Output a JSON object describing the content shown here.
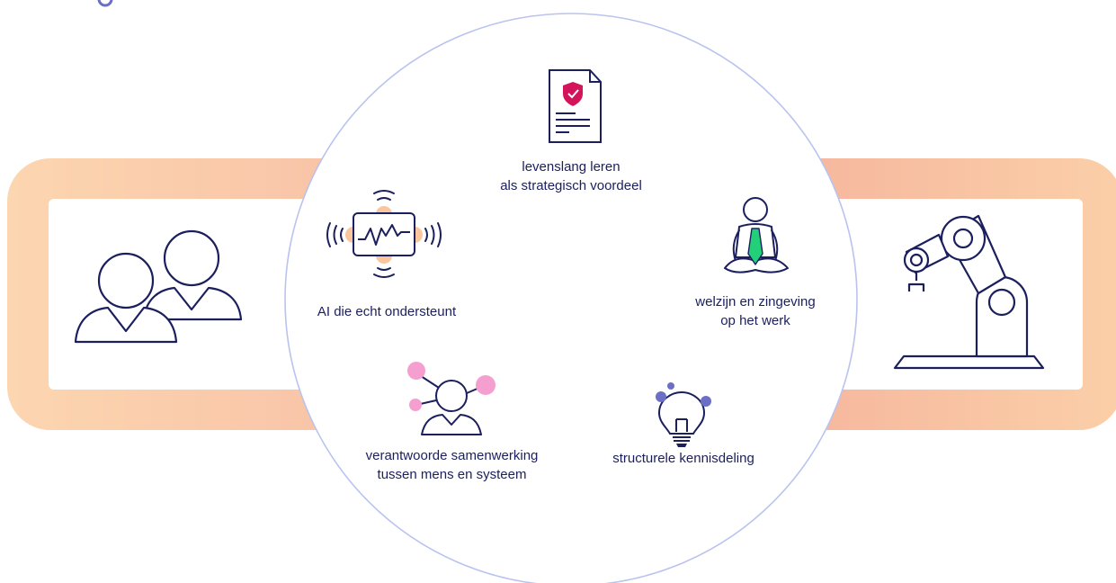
{
  "colors": {
    "navy": "#1b1f5e",
    "band_left": "#fcd6b0",
    "band_right": "#f5b29c",
    "circle_outline": "#b9c3ee",
    "accent_pink": "#f59fd1",
    "accent_peach": "#fbc69f",
    "accent_purple": "#6b70c4",
    "accent_green": "#22d07a",
    "accent_crimson": "#d4145a"
  },
  "icons": {
    "humans": "two-people-icon",
    "robot": "robot-arm-icon",
    "document": "shield-document-icon",
    "ai": "vibrating-monitor-icon",
    "wellbeing": "meditating-person-icon",
    "collaboration": "network-person-icon",
    "knowledge": "lightbulb-icon"
  },
  "topics": {
    "lifelong_learning": {
      "line1": "levenslang leren",
      "line2": "als strategisch voordeel"
    },
    "ai_support": {
      "line1": "AI die echt ondersteunt"
    },
    "wellbeing": {
      "line1": "welzijn en zingeving",
      "line2": "op het werk"
    },
    "collaboration": {
      "line1": "verantwoorde samenwerking",
      "line2": "tussen mens en systeem"
    },
    "knowledge_sharing": {
      "line1": "structurele kennisdeling"
    }
  }
}
